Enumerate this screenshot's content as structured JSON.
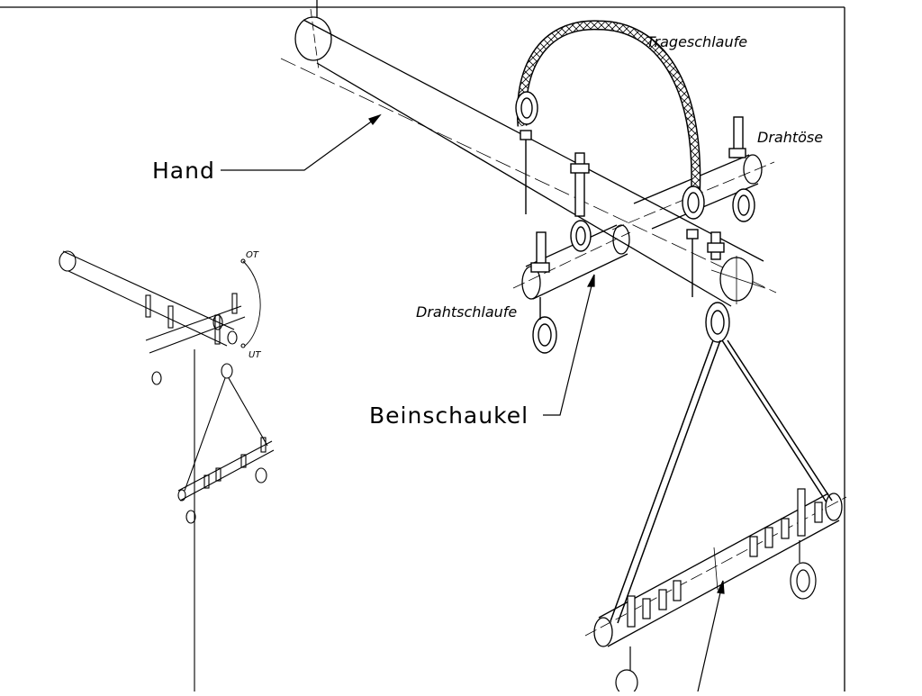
{
  "labels": {
    "hand": "Hand",
    "beinschaukel": "Beinschaukel",
    "trageschlaufe": "Trageschlaufe",
    "drahtoese": "Drahtöse",
    "drahtschlaufe": "Drahtschlaufe",
    "ot": "OT",
    "ut": "UT"
  },
  "colors": {
    "ink": "#000000",
    "paper": "#ffffff"
  }
}
